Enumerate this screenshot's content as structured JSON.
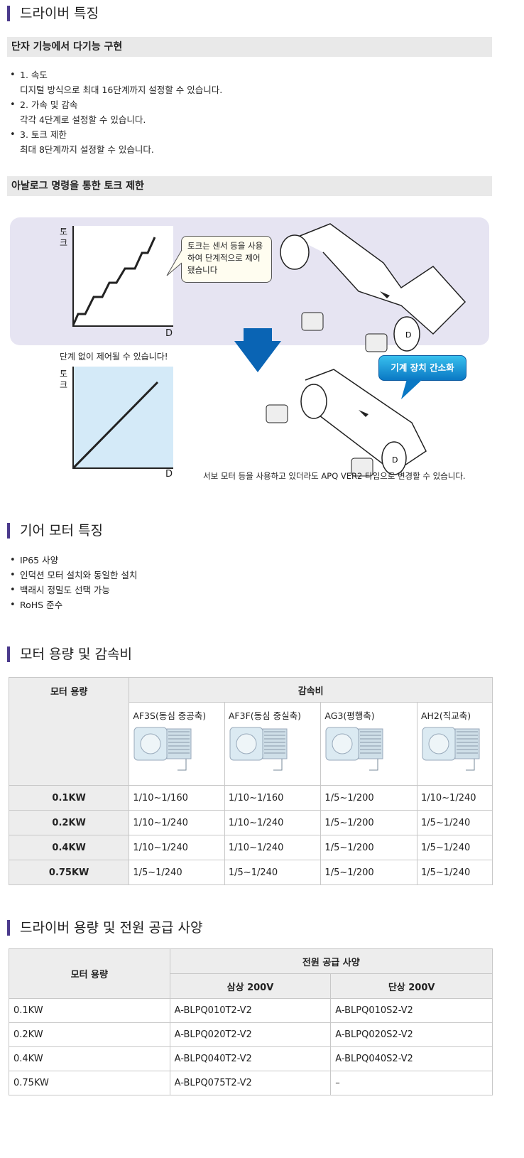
{
  "section1": {
    "title": "드라이버 특징",
    "sub1": "단자 기능에서 다기능 구현",
    "items": [
      {
        "label": "1. 속도",
        "desc": "디지털 방식으로 최대 16단계까지 설정할 수 있습니다."
      },
      {
        "label": "2. 가속 및 감속",
        "desc": "각각 4단계로 설정할 수 있습니다."
      },
      {
        "label": "3. 토크 제한",
        "desc": "최대 8단계까지 설정할 수 있습니다."
      }
    ],
    "sub2": "아날로그 명령을 통한 토크 제한"
  },
  "diagram": {
    "axis_y": "토크",
    "axis_x": "D",
    "bubble": "토크는 센서 등을 사용하여 단계적으로 제어됐습니다",
    "stepless": "단계 없이 제어될 수 있습니다!",
    "simplify": "기계 장치 간소화",
    "servo_note": "서보 모터 등을 사용하고 있더라도 APQ VER2 타입으로 변경할 수 있습니다.",
    "roller_label": "D",
    "arrow_color": "#0a64b4",
    "panel_color": "#e6e4f2",
    "graph2_bg": "#d4eaf8"
  },
  "section2": {
    "title": "기어 모터 특징",
    "items": [
      "IP65 사양",
      "인덕션 모터 설치와 동일한 설치",
      "백래시 정밀도 선택 가능",
      "RoHS 준수"
    ]
  },
  "section3": {
    "title": "모터 용량 및 감속비",
    "head_capacity": "모터 용량",
    "head_ratio": "감속비",
    "types": [
      "AF3S(동심 중공축)",
      "AF3F(동심 중실축)",
      "AG3(평행축)",
      "AH2(직교축)"
    ],
    "rows": [
      {
        "cap": "0.1KW",
        "v": [
          "1/10~1/160",
          "1/10~1/160",
          "1/5~1/200",
          "1/10~1/240"
        ]
      },
      {
        "cap": "0.2KW",
        "v": [
          "1/10~1/240",
          "1/10~1/240",
          "1/5~1/200",
          "1/5~1/240"
        ]
      },
      {
        "cap": "0.4KW",
        "v": [
          "1/10~1/240",
          "1/10~1/240",
          "1/5~1/200",
          "1/5~1/240"
        ]
      },
      {
        "cap": "0.75KW",
        "v": [
          "1/5~1/240",
          "1/5~1/240",
          "1/5~1/200",
          "1/5~1/240"
        ]
      }
    ]
  },
  "section4": {
    "title": "드라이버 용량 및 전원 공급 사양",
    "head_capacity": "모터 용량",
    "head_power": "전원 공급 사양",
    "head_3ph": "삼상 200V",
    "head_1ph": "단상 200V",
    "rows": [
      {
        "cap": "0.1KW",
        "a": "A-BLPQ010T2-V2",
        "b": "A-BLPQ010S2-V2"
      },
      {
        "cap": "0.2KW",
        "a": "A-BLPQ020T2-V2",
        "b": "A-BLPQ020S2-V2"
      },
      {
        "cap": "0.4KW",
        "a": "A-BLPQ040T2-V2",
        "b": "A-BLPQ040S2-V2"
      },
      {
        "cap": "0.75KW",
        "a": "A-BLPQ075T2-V2",
        "b": "–"
      }
    ]
  }
}
